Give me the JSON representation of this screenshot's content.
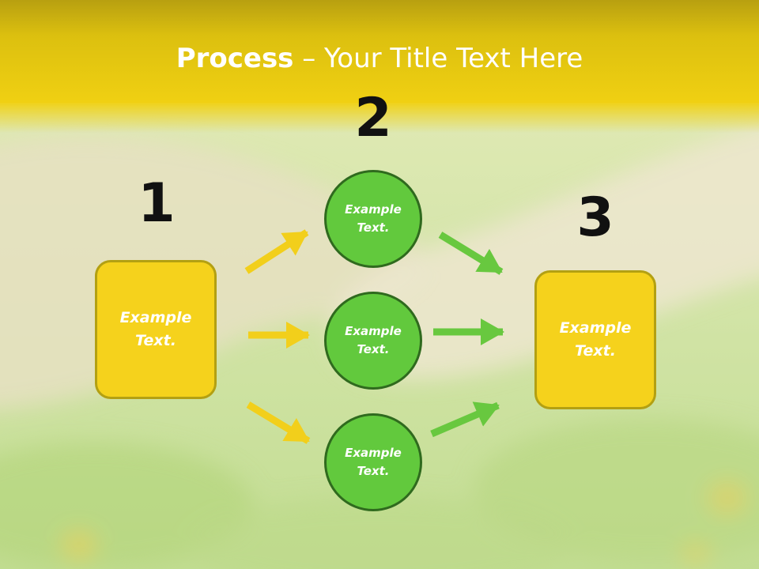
{
  "title": {
    "bold": "Process",
    "rest": " – Your Title Text Here"
  },
  "steps": {
    "one": {
      "number": "1",
      "text": "Example\nText."
    },
    "two": {
      "number": "2"
    },
    "three": {
      "number": "3",
      "text": "Example\nText."
    }
  },
  "circles": [
    {
      "text": "Example\nText."
    },
    {
      "text": "Example\nText."
    },
    {
      "text": "Example\nText."
    }
  ],
  "colors": {
    "header": "#efd115",
    "box": "#f5d21c",
    "circle": "#62c93d",
    "arrow_yellow": "#f2cf1b",
    "arrow_green": "#68c83f"
  }
}
